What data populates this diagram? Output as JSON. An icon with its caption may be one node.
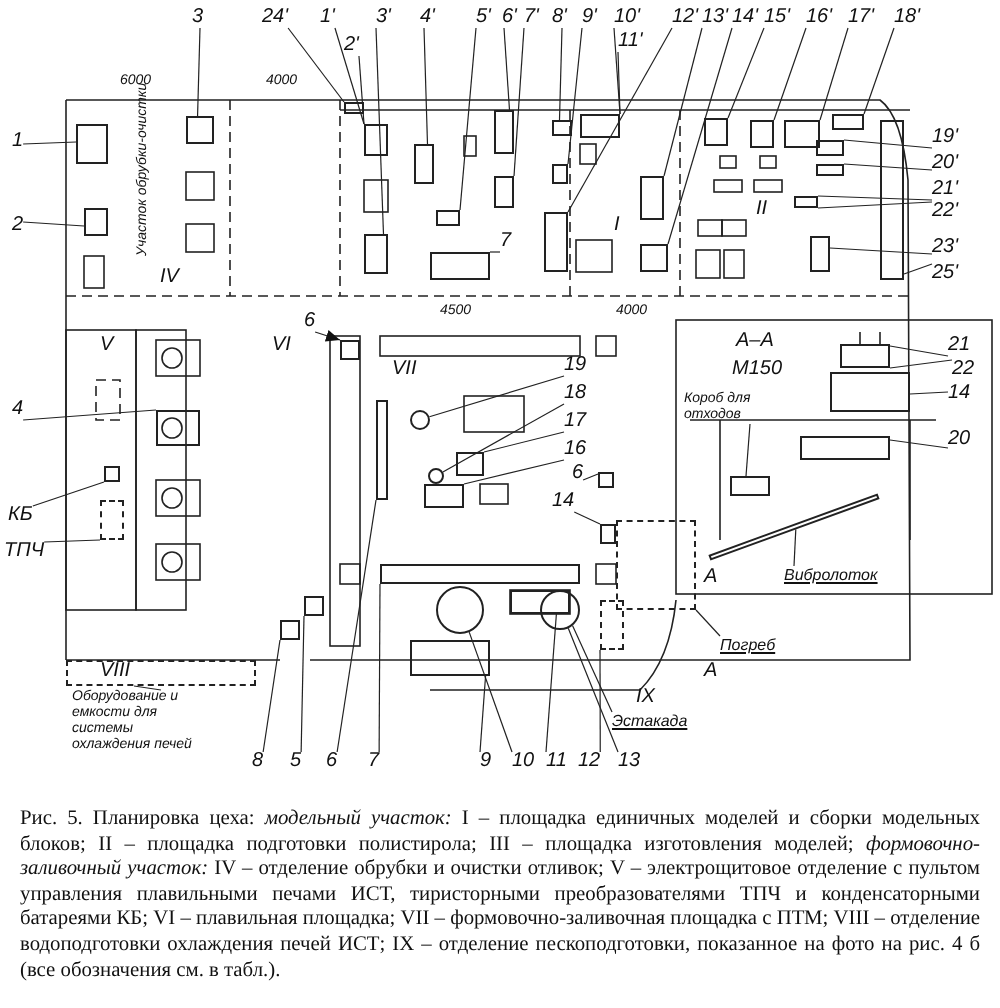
{
  "diagram": {
    "caption": "Рис. 5. Планировка цеха: *модельный участок:* I – площадка единичных моделей и сборки модельных блоков; II – площадка подготовки полистирола; III – площадка изготовления моделей; *формовочно-заливочный участок:* IV – отделение обрубки и очистки отливок; V – электрощитовое отделение с пультом управления плавильными печами ИСТ, тиристорными преобразователями ТПЧ и конденсаторными батареями КБ; VI – плавильная площадка; VII – формовочно-заливочная площадка с ПТМ; VIII – отделение водоподготовки охлаждения печей ИСТ; IX – отделение пескоподготовки, показанное на фото на рис. 4 б (все обозначения см. в табл.).",
    "nodes": [
      {
        "text": [
          "3"
        ]
      },
      {
        "text": [
          "24'"
        ]
      },
      {
        "text": [
          "1'"
        ]
      },
      {
        "text": [
          "2'"
        ]
      },
      {
        "text": [
          "3'"
        ]
      },
      {
        "text": [
          "4'"
        ]
      },
      {
        "text": [
          "5'"
        ]
      },
      {
        "text": [
          "6'"
        ]
      },
      {
        "text": [
          "7'"
        ]
      },
      {
        "text": [
          "8'"
        ]
      },
      {
        "text": [
          "9'"
        ]
      },
      {
        "text": [
          "10'"
        ]
      },
      {
        "text": [
          "11'"
        ]
      },
      {
        "text": [
          "12'"
        ]
      },
      {
        "text": [
          "13'"
        ]
      },
      {
        "text": [
          "14'"
        ]
      },
      {
        "text": [
          "15'"
        ]
      },
      {
        "text": [
          "16'"
        ]
      },
      {
        "text": [
          "17'"
        ]
      },
      {
        "text": [
          "18'"
        ]
      },
      {
        "text": [
          "19'"
        ]
      },
      {
        "text": [
          "20'"
        ]
      },
      {
        "text": [
          "21'"
        ]
      },
      {
        "text": [
          "22'"
        ]
      },
      {
        "text": [
          "23'"
        ]
      },
      {
        "text": [
          "25'"
        ]
      },
      {
        "text": [
          "1"
        ]
      },
      {
        "text": [
          "2"
        ]
      },
      {
        "text": [
          "7"
        ]
      },
      {
        "text": [
          "4"
        ]
      },
      {
        "text": [
          "КБ"
        ]
      },
      {
        "text": [
          "ТПЧ"
        ]
      },
      {
        "text": [
          "6"
        ]
      },
      {
        "text": [
          "19"
        ]
      },
      {
        "text": [
          "18"
        ]
      },
      {
        "text": [
          "17"
        ]
      },
      {
        "text": [
          "16"
        ]
      },
      {
        "text": [
          "6"
        ]
      },
      {
        "text": [
          "14"
        ]
      },
      {
        "text": [
          "Короб для отходов"
        ]
      },
      {
        "text": [
          "21"
        ]
      },
      {
        "text": [
          "22"
        ]
      },
      {
        "text": [
          "14"
        ]
      },
      {
        "text": [
          "20"
        ]
      },
      {
        "text": [
          "Вибролоток"
        ]
      },
      {
        "text": [
          "Погреб"
        ]
      },
      {
        "text": [
          "Эстакада"
        ]
      },
      {
        "text": [
          "Оборудование и емкости для системы охлаждения печей"
        ]
      },
      {
        "text": [
          "8"
        ]
      },
      {
        "text": [
          "5"
        ]
      },
      {
        "text": [
          "6"
        ]
      },
      {
        "text": [
          "7"
        ]
      },
      {
        "text": [
          "9"
        ]
      },
      {
        "text": [
          "10"
        ]
      },
      {
        "text": [
          "11"
        ]
      },
      {
        "text": [
          "12"
        ]
      },
      {
        "text": [
          "13"
        ]
      },
      {
        "text": [],
        "shape": "box"
      },
      {
        "text": [],
        "shape": "box"
      },
      {
        "text": [],
        "shape": "box"
      },
      {
        "text": [],
        "shape": "box"
      },
      {
        "text": [],
        "shape": "box"
      },
      {
        "text": [],
        "shape": "box"
      },
      {
        "text": [],
        "shape": "box"
      },
      {
        "text": [],
        "shape": "box"
      },
      {
        "text": [],
        "shape": "box"
      },
      {
        "text": [],
        "shape": "box"
      },
      {
        "text": [],
        "shape": "box"
      },
      {
        "text": [],
        "shape": "box"
      },
      {
        "text": [],
        "shape": "box"
      },
      {
        "text": [],
        "shape": "box"
      },
      {
        "text": [],
        "shape": "box"
      },
      {
        "text": [],
        "shape": "box"
      },
      {
        "text": [],
        "shape": "box"
      },
      {
        "text": [],
        "shape": "box"
      },
      {
        "text": [],
        "shape": "box"
      },
      {
        "text": [],
        "shape": "box"
      },
      {
        "text": [],
        "shape": "box"
      },
      {
        "text": [],
        "shape": "box"
      },
      {
        "text": [],
        "shape": "box"
      },
      {
        "text": [],
        "shape": "box"
      },
      {
        "text": [],
        "shape": "box"
      },
      {
        "text": [],
        "shape": "box"
      },
      {
        "text": [],
        "shape": "box"
      },
      {
        "text": [],
        "shape": "box"
      },
      {
        "text": [],
        "shape": "box"
      },
      {
        "text": [],
        "shape": "box"
      },
      {
        "text": [],
        "shape": "circle"
      },
      {
        "text": [],
        "shape": "circle"
      },
      {
        "text": [],
        "shape": "box"
      },
      {
        "text": [],
        "shape": "box"
      },
      {
        "text": [],
        "shape": "box"
      },
      {
        "text": [],
        "shape": "box"
      },
      {
        "text": [],
        "shape": "box"
      },
      {
        "text": [],
        "shape": "box"
      },
      {
        "text": [],
        "shape": "box"
      },
      {
        "text": [],
        "shape": "box"
      },
      {
        "text": [],
        "shape": "bar"
      },
      {
        "text": [],
        "shape": "box"
      },
      {
        "text": [],
        "shape": "circle"
      },
      {
        "text": [],
        "shape": "box"
      },
      {
        "text": [],
        "shape": "box"
      },
      {
        "text": [],
        "shape": "box"
      },
      {
        "text": [],
        "shape": "box"
      },
      {
        "text": [],
        "shape": "box"
      },
      {
        "text": [],
        "shape": "box"
      },
      {
        "text": [],
        "shape": "circle"
      },
      {
        "text": [],
        "shape": "box"
      },
      {
        "text": [],
        "shape": "box"
      }
    ],
    "edges": [
      {
        "from": 0,
        "to": 57,
        "arrow": "none"
      },
      {
        "from": 1,
        "to": 58,
        "arrow": "none"
      },
      {
        "from": 2,
        "to": 59,
        "arrow": "none"
      },
      {
        "from": 3,
        "to": 59,
        "arrow": "none"
      },
      {
        "from": 4,
        "to": 60,
        "arrow": "none"
      },
      {
        "from": 5,
        "to": 61,
        "arrow": "none"
      },
      {
        "from": 6,
        "to": 62,
        "arrow": "none"
      },
      {
        "from": 7,
        "to": 63,
        "arrow": "none"
      },
      {
        "from": 8,
        "to": 64,
        "arrow": "none"
      },
      {
        "from": 9,
        "to": 65,
        "arrow": "none"
      },
      {
        "from": 10,
        "to": 66,
        "arrow": "none"
      },
      {
        "from": 11,
        "to": 67,
        "arrow": "none"
      },
      {
        "from": 12,
        "to": 67,
        "arrow": "none"
      },
      {
        "from": 13,
        "to": 68,
        "arrow": "none"
      },
      {
        "from": 14,
        "to": 69,
        "arrow": "none"
      },
      {
        "from": 15,
        "to": 70,
        "arrow": "none"
      },
      {
        "from": 16,
        "to": 71,
        "arrow": "none"
      },
      {
        "from": 17,
        "to": 72,
        "arrow": "none"
      },
      {
        "from": 18,
        "to": 73,
        "arrow": "none"
      },
      {
        "from": 19,
        "to": 74,
        "arrow": "none"
      },
      {
        "from": 20,
        "to": 75,
        "arrow": "none"
      },
      {
        "from": 21,
        "to": 76,
        "arrow": "none"
      },
      {
        "from": 22,
        "to": 77,
        "arrow": "none"
      },
      {
        "from": 23,
        "to": 77,
        "arrow": "none"
      },
      {
        "from": 24,
        "to": 78,
        "arrow": "none"
      },
      {
        "from": 25,
        "to": 79,
        "arrow": "none"
      },
      {
        "from": 26,
        "to": 80,
        "arrow": "none"
      },
      {
        "from": 27,
        "to": 81,
        "arrow": "none"
      },
      {
        "from": 28,
        "to": 82,
        "arrow": "none"
      },
      {
        "from": 29,
        "to": 83,
        "arrow": "none"
      },
      {
        "from": 30,
        "to": 84,
        "arrow": "none"
      },
      {
        "from": 31,
        "to": 85,
        "arrow": "none"
      },
      {
        "from": 32,
        "to": 86,
        "arrow": "to"
      },
      {
        "from": 33,
        "to": 87,
        "arrow": "none"
      },
      {
        "from": 34,
        "to": 88,
        "arrow": "none"
      },
      {
        "from": 35,
        "to": 89,
        "arrow": "none"
      },
      {
        "from": 36,
        "to": 90,
        "arrow": "none"
      },
      {
        "from": 37,
        "to": 91,
        "arrow": "none"
      },
      {
        "from": 38,
        "to": 92,
        "arrow": "none"
      },
      {
        "from": 39,
        "to": 93,
        "arrow": "none"
      },
      {
        "from": 40,
        "to": 94,
        "arrow": "none"
      },
      {
        "from": 41,
        "to": 94,
        "arrow": "none"
      },
      {
        "from": 42,
        "to": 95,
        "arrow": "none"
      },
      {
        "from": 43,
        "to": 96,
        "arrow": "none"
      },
      {
        "from": 44,
        "to": 97,
        "arrow": "none"
      },
      {
        "from": 45,
        "to": 98,
        "arrow": "none"
      },
      {
        "from": 46,
        "to": 99,
        "arrow": "none"
      },
      {
        "from": 47,
        "to": 100,
        "arrow": "none"
      },
      {
        "from": 48,
        "to": 101,
        "arrow": "none"
      },
      {
        "from": 49,
        "to": 102,
        "arrow": "none"
      },
      {
        "from": 50,
        "to": 103,
        "arrow": "none"
      },
      {
        "from": 51,
        "to": 104,
        "arrow": "none"
      },
      {
        "from": 52,
        "to": 105,
        "arrow": "none"
      },
      {
        "from": 53,
        "to": 106,
        "arrow": "none"
      },
      {
        "from": 54,
        "to": 107,
        "arrow": "none"
      },
      {
        "from": 55,
        "to": 108,
        "arrow": "none"
      },
      {
        "from": 56,
        "to": 99,
        "arrow": "none"
      }
    ],
    "labels": [
      "6000",
      "4000",
      "Участок обрубки-очистки",
      "IV",
      "I",
      "II",
      "4500",
      "4000",
      "V",
      "VI",
      "VII",
      "A–A",
      "M150",
      "A",
      "VIII",
      "A",
      "IX"
    ]
  }
}
